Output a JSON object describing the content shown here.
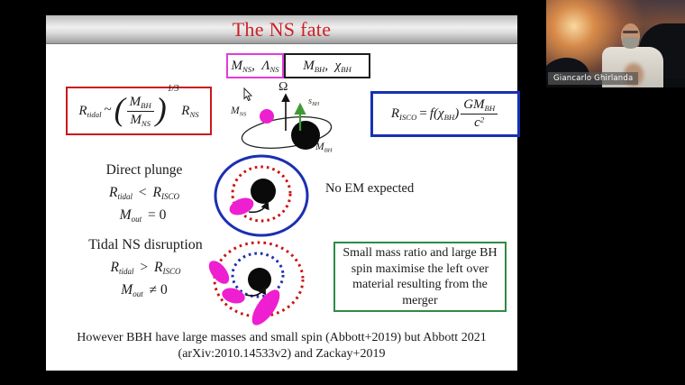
{
  "participant": {
    "name": "Giancarlo Ghirlanda"
  },
  "slide": {
    "title": "The NS fate",
    "ns_param_box": {
      "m": "M",
      "m_sub": "NS",
      "comma": ", ",
      "lambda": "Λ",
      "lambda_sub": "NS"
    },
    "bh_param_box": {
      "m": "M",
      "m_sub": "BH",
      "comma": ", ",
      "chi": "χ",
      "chi_sub": "BH"
    },
    "rtidal": {
      "lhs": "R",
      "lhs_sub": "tidal",
      "op": "~",
      "lparen": "(",
      "num": "M",
      "num_sub": "BH",
      "den": "M",
      "den_sub": "NS",
      "rparen": ")",
      "exp": "1/3",
      "rhs": "R",
      "rhs_sub": "NS"
    },
    "risco": {
      "lhs": "R",
      "lhs_sub": "ISCO",
      "op": "=",
      "f": "f(",
      "chi": "χ",
      "chi_sub": "BH",
      "rparen": ")",
      "num": "GM",
      "num_sub": "BH",
      "den": "c",
      "den_sup": "2"
    },
    "diagram": {
      "omega": "Ω",
      "mns": "M",
      "mns_sub": "NS",
      "mbh": "M",
      "mbh_sub": "BH",
      "spin": "s",
      "spin_sub": "BH"
    },
    "plunge": {
      "title": "Direct plunge",
      "lhs": "R",
      "lhs_sub": "tidal",
      "op": "<",
      "rhs": "R",
      "rhs_sub": "ISCO",
      "m": "M",
      "m_sub": "out",
      "m_val": "= 0"
    },
    "no_em": "No EM expected",
    "disruption": {
      "title": "Tidal NS disruption",
      "lhs": "R",
      "lhs_sub": "tidal",
      "op": ">",
      "rhs": "R",
      "rhs_sub": "ISCO",
      "m": "M",
      "m_sub": "out",
      "m_val": "≠ 0"
    },
    "green_box": {
      "lines": [
        "Small mass ratio and large BH",
        "spin maximise the left over",
        "material resulting from the",
        "merger"
      ]
    },
    "footnote": [
      "However BBH have large masses and small spin (Abbott+2019) but Abbott 2021",
      "(arXiv:2010.14533v2) and Zackay+2019"
    ],
    "colors": {
      "title_red": "#cc2027",
      "box_red": "#cc1719",
      "box_blue": "#1631b2",
      "box_magenta": "#e23bd8",
      "box_green": "#2e8b44",
      "ns_magenta": "#ee1fd0",
      "spin_green": "#3f9a35"
    }
  }
}
